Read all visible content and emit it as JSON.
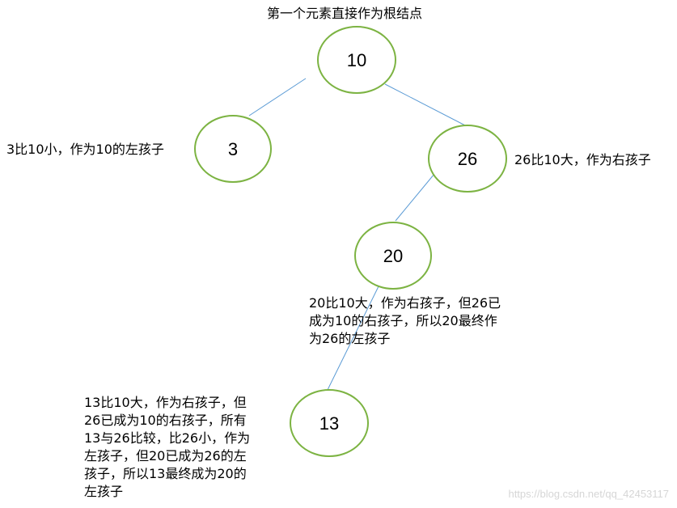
{
  "title": "第一个元素直接作为根结点",
  "tree": {
    "nodes": [
      {
        "id": "n10",
        "label": "10"
      },
      {
        "id": "n3",
        "label": "3"
      },
      {
        "id": "n26",
        "label": "26"
      },
      {
        "id": "n20",
        "label": "20"
      },
      {
        "id": "n13",
        "label": "13"
      }
    ],
    "edges": [
      {
        "from": "10",
        "to": "3"
      },
      {
        "from": "10",
        "to": "26"
      },
      {
        "from": "26",
        "to": "20"
      },
      {
        "from": "20",
        "to": "13"
      }
    ]
  },
  "annotations": {
    "left_of_3": "3比10小，作为10的左孩子",
    "right_of_26": "26比10大，作为右孩子",
    "below_20": "20比10大，作为右孩子，但26已\n成为10的右孩子，所以20最终作\n为26的左孩子",
    "left_of_13": "13比10大，作为右孩子，但\n26已成为10的右孩子，所有\n13与26比较，比26小，作为\n左孩子，但20已成为26的左\n孩子，所以13最终成为20的\n左孩子"
  },
  "watermark": "https://blog.csdn.net/qq_42453117",
  "colors": {
    "node_stroke": "#7cb342",
    "edge": "#5b9bd5",
    "watermark": "#d6d6d6"
  }
}
